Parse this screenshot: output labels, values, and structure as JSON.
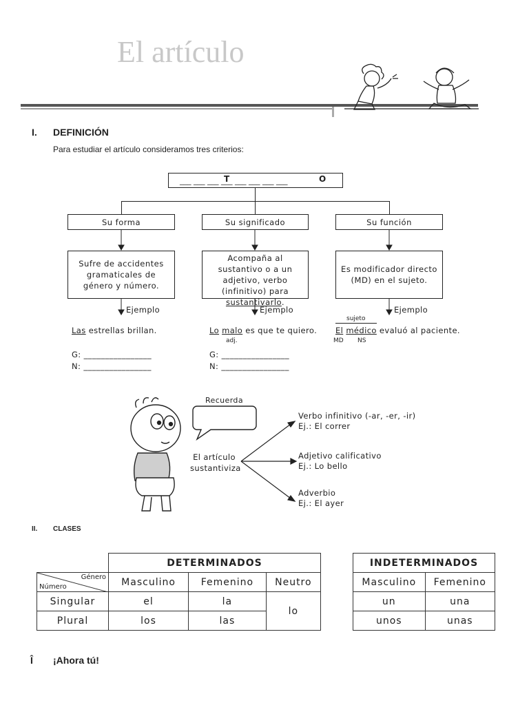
{
  "title": "El artículo",
  "section1": {
    "num": "I.",
    "title": "DEFINICIÓN",
    "intro": "Para estudiar el artículo consideramos tres criterios:"
  },
  "root_box": {
    "blanks": "___ ___ ___ ___ ___ ___ ___ ___",
    "letter_t": "T",
    "letter_o": "O"
  },
  "criteria": [
    {
      "label": "Su forma",
      "desc": "Sufre de accidentes gramaticales de género y número.",
      "ejemplo": "Ejemplo"
    },
    {
      "label": "Su significado",
      "desc_pre": "Acompaña al sustantivo o a un adjetivo, verbo (infinitivo) para ",
      "desc_ul": "sustantivarlo",
      "desc_post": ".",
      "ejemplo": "Ejemplo"
    },
    {
      "label": "Su función",
      "desc": "Es modificador directo (MD) en el sujeto.",
      "ejemplo": "Ejemplo"
    }
  ],
  "examples": {
    "ex1": {
      "art": "Las",
      "rest": " estrellas brillan.",
      "g": "G: ________________",
      "n": "N: ________________"
    },
    "ex2": {
      "art": "Lo",
      "adj": "malo",
      "rest": " es que te quiero.",
      "adj_tag": "adj.",
      "g": "G: ________________",
      "n": "N: ________________"
    },
    "ex3": {
      "sujeto": "sujeto",
      "art": "El",
      "noun": "médico",
      "rest": " evaluó al paciente.",
      "md": "MD",
      "ns": "NS"
    }
  },
  "recuerda": {
    "bubble": "Recuerda",
    "center": "El artículo sustantiviza",
    "items": [
      {
        "l1": "Verbo infinitivo (-ar, -er, -ir)",
        "l2": "Ej.: El correr"
      },
      {
        "l1": "Adjetivo calificativo",
        "l2": "Ej.: Lo bello"
      },
      {
        "l1": "Adverbio",
        "l2": "Ej.: El ayer"
      }
    ]
  },
  "section2": {
    "num": "II.",
    "title": "CLASES"
  },
  "determinados": {
    "header": "DETERMINADOS",
    "corner_top": "Género",
    "corner_bottom": "Número",
    "cols": [
      "Masculino",
      "Femenino",
      "Neutro"
    ],
    "rows": [
      {
        "label": "Singular",
        "m": "el",
        "f": "la"
      },
      {
        "label": "Plural",
        "m": "los",
        "f": "las"
      }
    ],
    "neutro": "lo"
  },
  "indeterminados": {
    "header": "INDETERMINADOS",
    "cols": [
      "Masculino",
      "Femenino"
    ],
    "rows": [
      [
        "un",
        "una"
      ],
      [
        "unos",
        "unas"
      ]
    ]
  },
  "ahora": {
    "bullet": "Î",
    "text": "¡Ahora tú!"
  }
}
